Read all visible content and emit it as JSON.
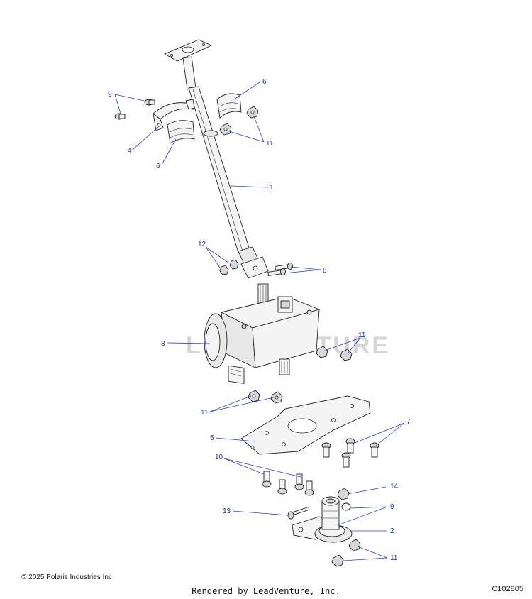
{
  "watermark": "LEADVENTURE",
  "callouts": {
    "c1": "1",
    "c2": "2",
    "c3": "3",
    "c4": "4",
    "c5": "5",
    "c6a": "6",
    "c6b": "6",
    "c7": "7",
    "c8": "8",
    "c9a": "9",
    "c9b": "9",
    "c10": "10",
    "c11a": "11",
    "c11b": "11",
    "c11c": "11",
    "c11d": "11",
    "c12": "12",
    "c13": "13",
    "c14": "14"
  },
  "footer": {
    "copyright": "© 2025 Polaris Industries Inc.",
    "rendered_by": "Rendered by LeadVenture, Inc.",
    "figure_id": "C102805"
  }
}
